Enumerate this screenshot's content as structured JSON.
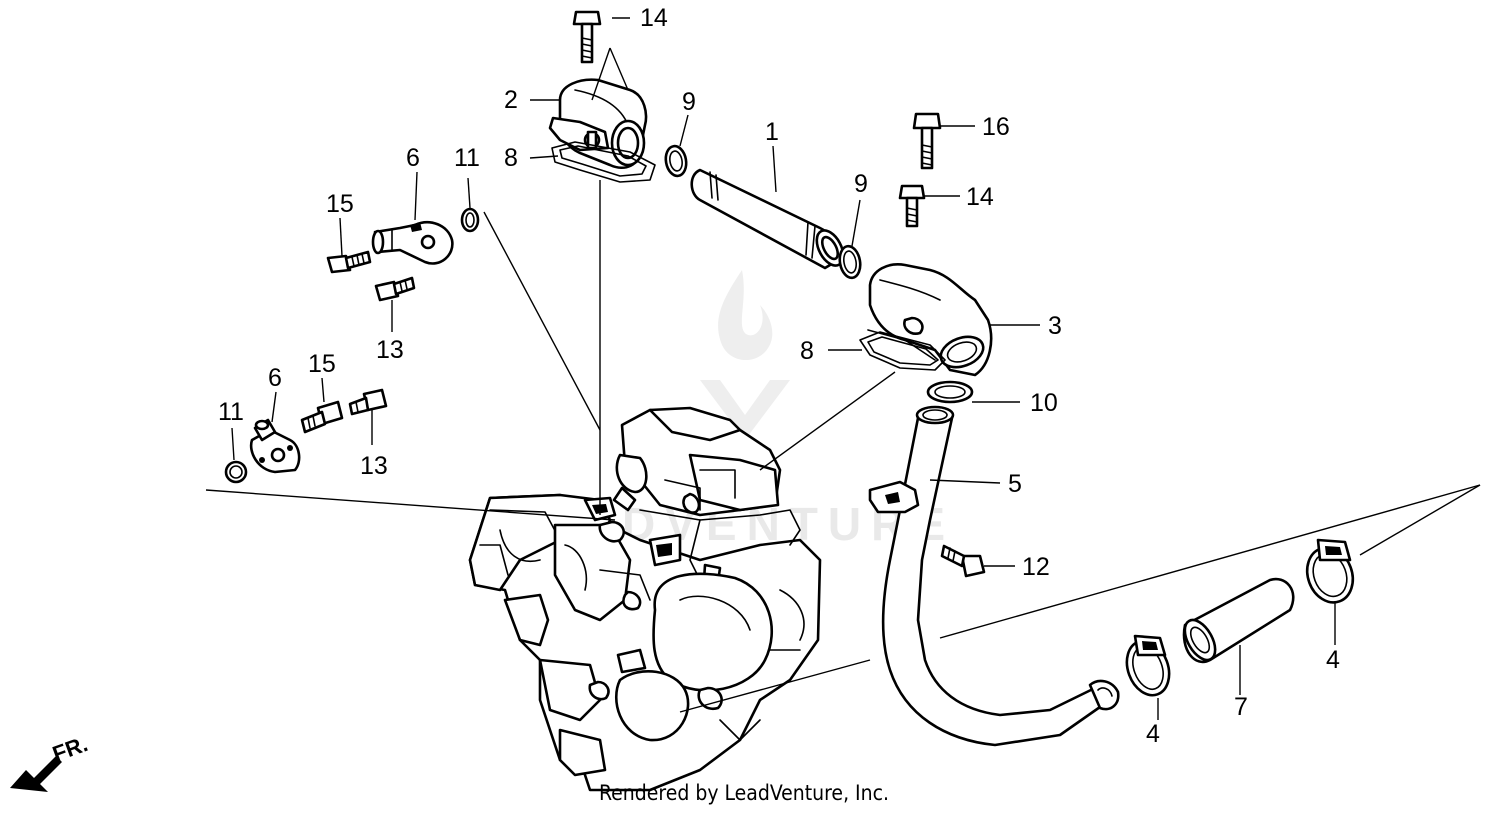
{
  "watermark": {
    "text": "LEADVENTURE"
  },
  "credit": "Rendered by LeadVenture, Inc.",
  "front_indicator": "FR.",
  "callouts": {
    "c1": "1",
    "c2": "2",
    "c3": "3",
    "c4a": "4",
    "c4b": "4",
    "c5": "5",
    "c6a": "6",
    "c6b": "6",
    "c7": "7",
    "c8a": "8",
    "c8b": "8",
    "c9a": "9",
    "c9b": "9",
    "c10": "10",
    "c11a": "11",
    "c11b": "11",
    "c12": "12",
    "c13a": "13",
    "c13b": "13",
    "c14a": "14",
    "c14b": "14",
    "c15a": "15",
    "c15b": "15",
    "c16": "16"
  }
}
